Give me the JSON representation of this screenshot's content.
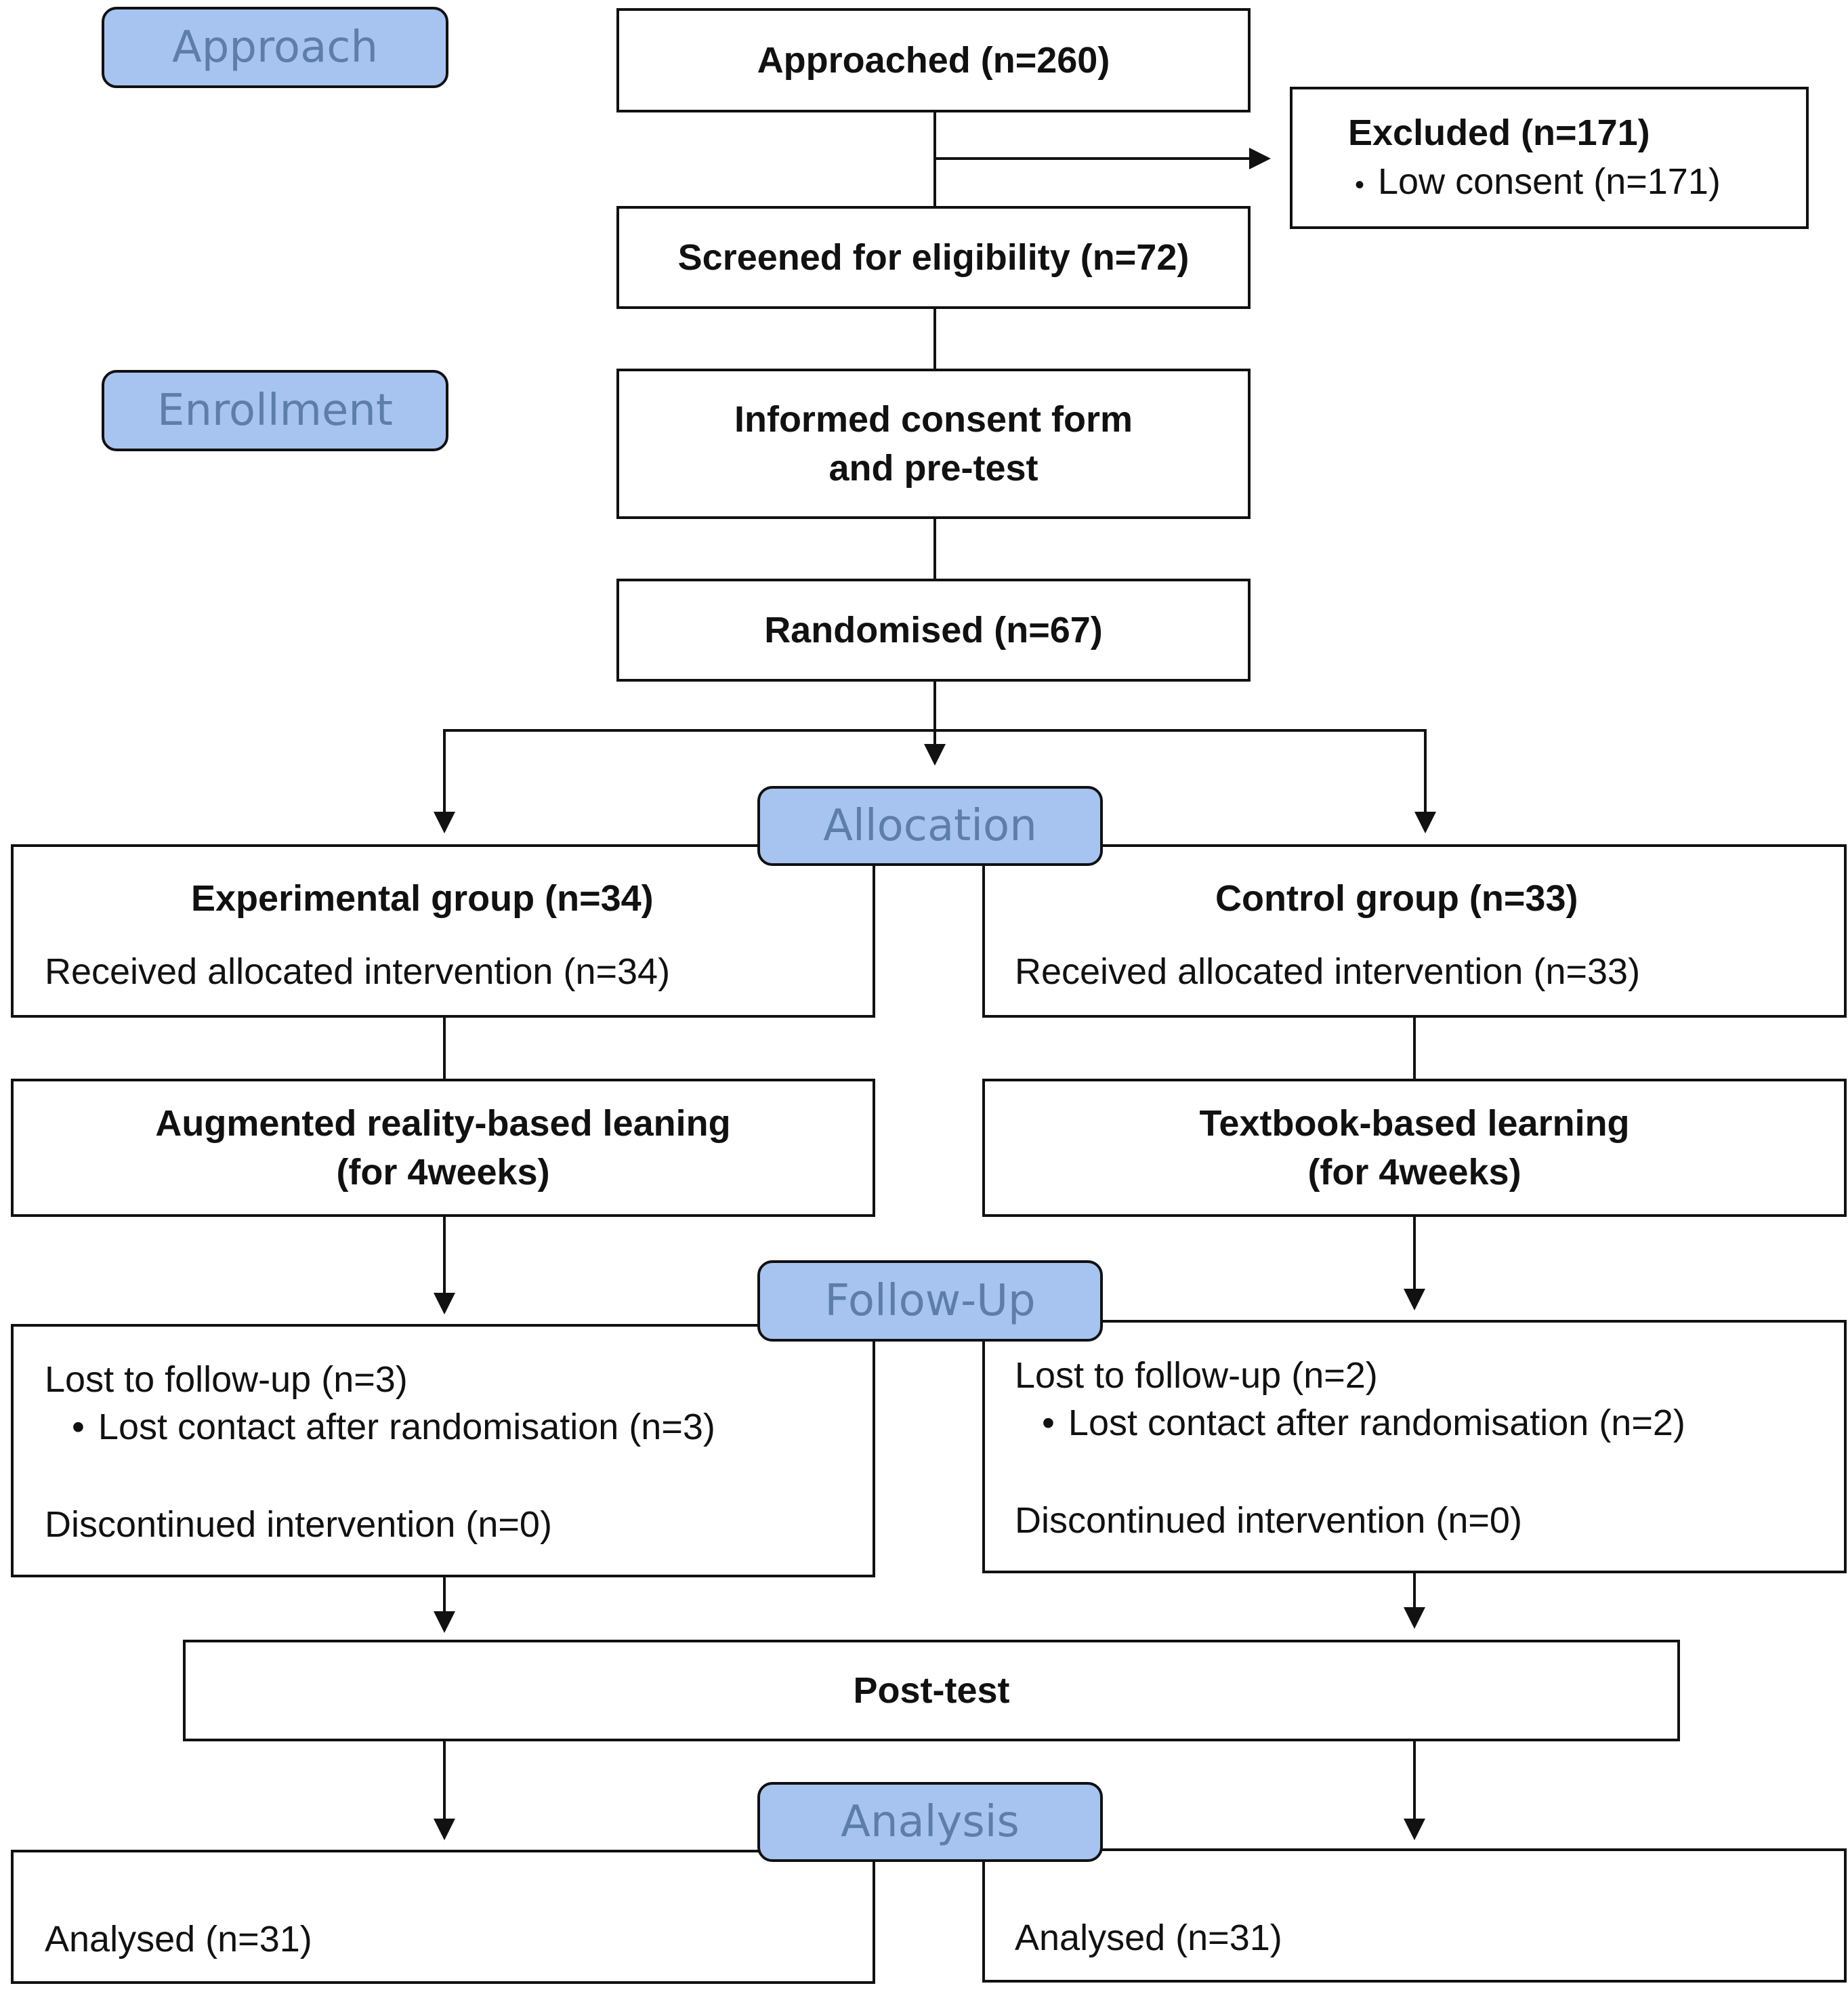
{
  "stages": {
    "approach": "Approach",
    "enrollment": "Enrollment",
    "allocation": "Allocation",
    "follow_up": "Follow-Up",
    "analysis": "Analysis"
  },
  "approached": "Approached (n=260)",
  "excluded": {
    "title": "Excluded (n=171)",
    "bullet_symbol": "•",
    "reason": "Low consent (n=171)"
  },
  "screened": "Screened for eligibility (n=72)",
  "consent": {
    "line1": "Informed consent form",
    "line2": "and pre-test"
  },
  "randomised": "Randomised (n=67)",
  "experimental": {
    "title": "Experimental group (n=34)",
    "received": "Received allocated intervention (n=34)",
    "intervention_line1": "Augmented reality-based leaning",
    "intervention_line2": "(for 4weeks)",
    "lost": "Lost to follow-up (n=3)",
    "bullet_symbol": "•",
    "lost_reason": "Lost contact after randomisation (n=3)",
    "discontinued": "Discontinued intervention (n=0)",
    "analysed": "Analysed (n=31)"
  },
  "control": {
    "title": "Control group (n=33)",
    "received": "Received allocated intervention (n=33)",
    "intervention_line1": "Textbook-based learning",
    "intervention_line2": "(for 4weeks)",
    "lost": "Lost to follow-up (n=2)",
    "bullet_symbol": "•",
    "lost_reason": "Lost contact after randomisation (n=2)",
    "discontinued": "Discontinued intervention (n=0)",
    "analysed": "Analysed (n=31)"
  },
  "post_test": "Post-test"
}
